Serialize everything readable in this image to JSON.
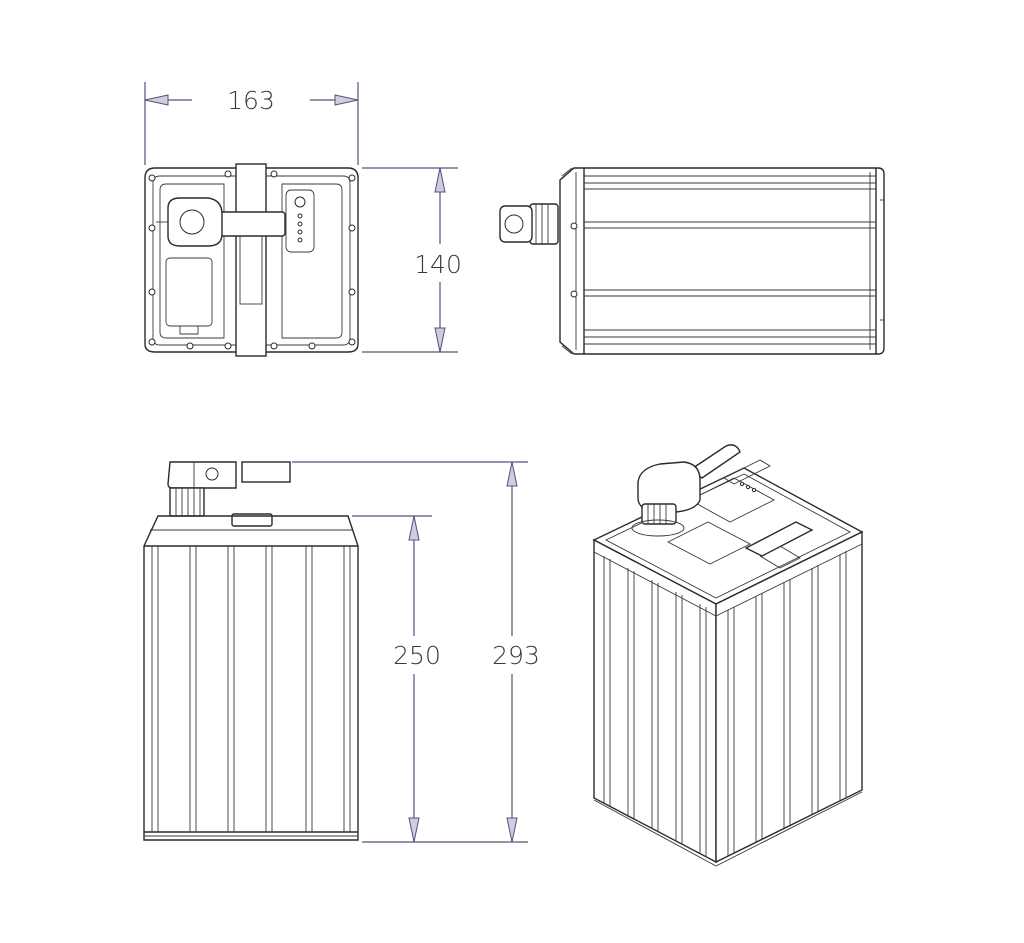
{
  "dimensions": {
    "width": "163",
    "height_top": "140",
    "height_body": "250",
    "height_total": "293"
  },
  "colors": {
    "line": "#2a2a2a",
    "dimension_line": "#55507a",
    "arrow_fill": "#cfcde0",
    "background": "#ffffff"
  }
}
